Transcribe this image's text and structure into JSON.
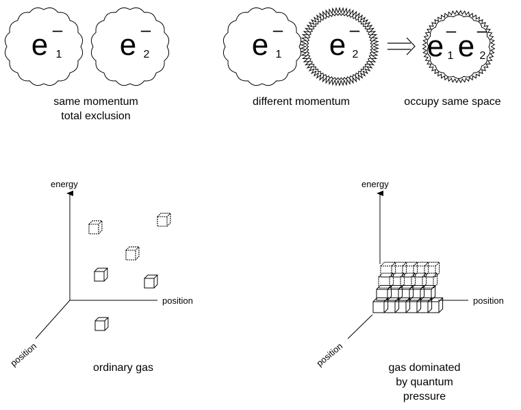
{
  "top": {
    "electron_symbol": "e",
    "charge": "–",
    "sub1": "1",
    "sub2": "2",
    "caption_same_line1": "same momentum",
    "caption_same_line2": "total exclusion",
    "caption_different": "different momentum",
    "caption_occupy": "occupy same space"
  },
  "ordinary": {
    "energy_label": "energy",
    "position_label_x": "position",
    "position_label_z": "position",
    "caption": "ordinary gas"
  },
  "quantum": {
    "energy_label": "energy",
    "position_label_x": "position",
    "position_label_z": "position",
    "caption_line1": "gas dominated",
    "caption_line2": "by quantum",
    "caption_line3": "pressure"
  }
}
